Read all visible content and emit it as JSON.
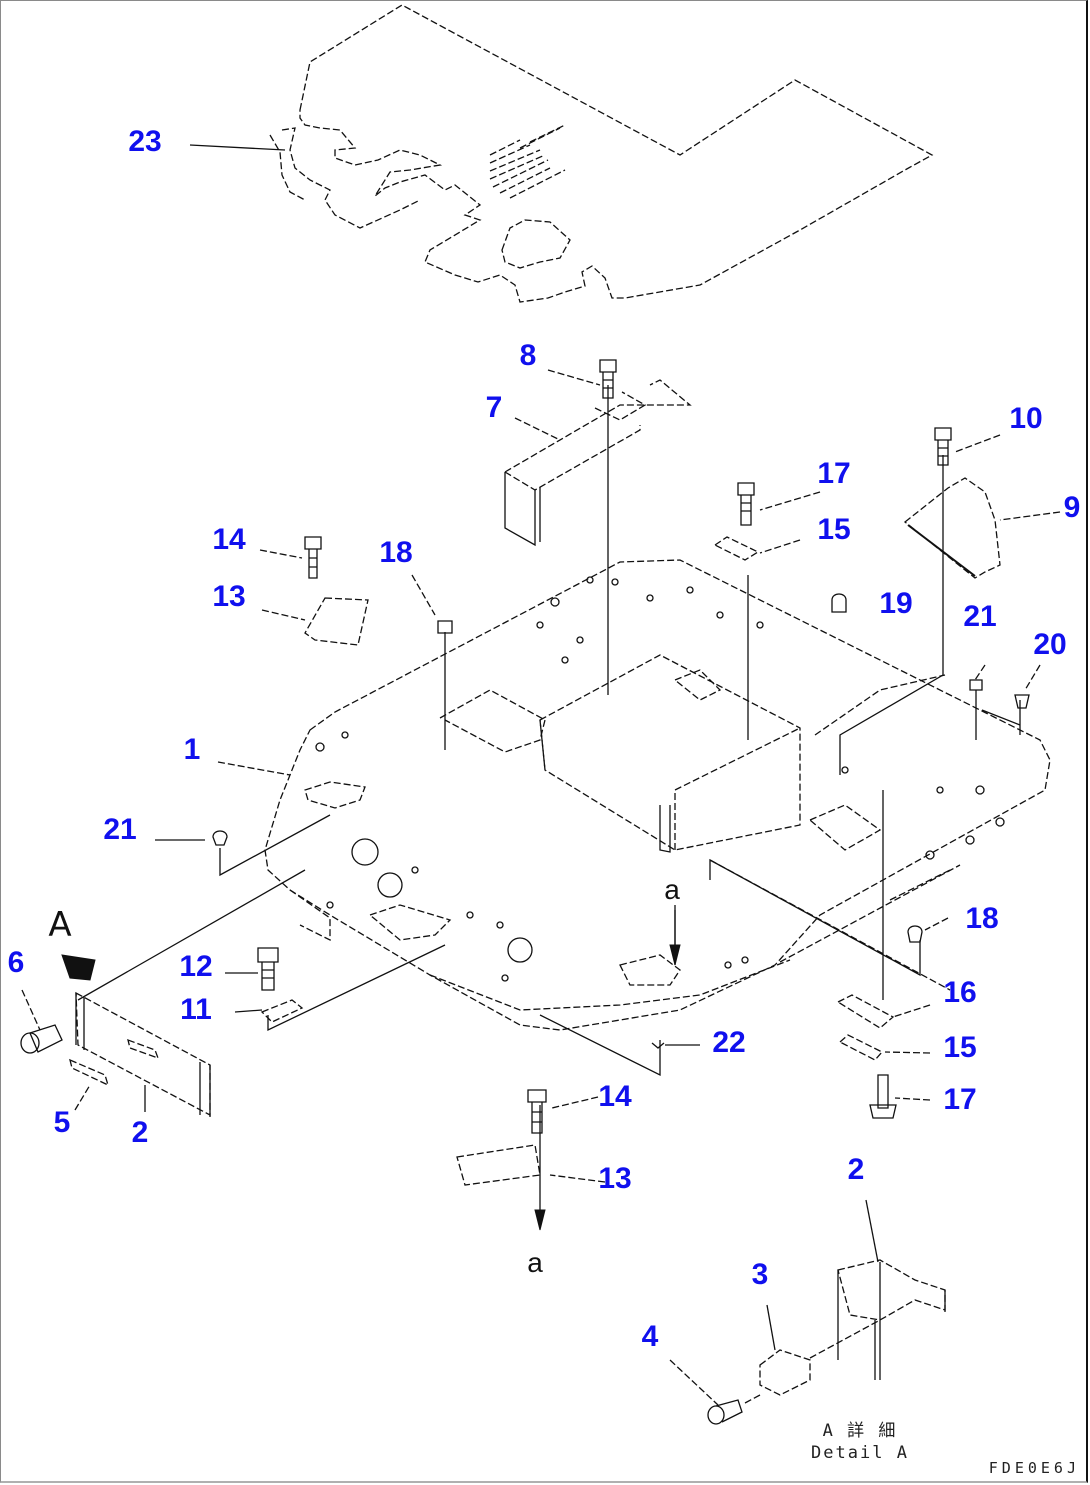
{
  "drawing": {
    "type": "exploded parts diagram",
    "callouts": [
      {
        "id": "23",
        "label": "23"
      },
      {
        "id": "8",
        "label": "8"
      },
      {
        "id": "7",
        "label": "7"
      },
      {
        "id": "10",
        "label": "10"
      },
      {
        "id": "17a",
        "label": "17"
      },
      {
        "id": "9",
        "label": "9"
      },
      {
        "id": "15a",
        "label": "15"
      },
      {
        "id": "14a",
        "label": "14"
      },
      {
        "id": "18a",
        "label": "18"
      },
      {
        "id": "13a",
        "label": "13"
      },
      {
        "id": "19",
        "label": "19"
      },
      {
        "id": "21a",
        "label": "21"
      },
      {
        "id": "20",
        "label": "20"
      },
      {
        "id": "1",
        "label": "1"
      },
      {
        "id": "21b",
        "label": "21"
      },
      {
        "id": "18b",
        "label": "18"
      },
      {
        "id": "6",
        "label": "6"
      },
      {
        "id": "12",
        "label": "12"
      },
      {
        "id": "11",
        "label": "11"
      },
      {
        "id": "16",
        "label": "16"
      },
      {
        "id": "22",
        "label": "22"
      },
      {
        "id": "15b",
        "label": "15"
      },
      {
        "id": "5",
        "label": "5"
      },
      {
        "id": "2a",
        "label": "2"
      },
      {
        "id": "14b",
        "label": "14"
      },
      {
        "id": "17b",
        "label": "17"
      },
      {
        "id": "13b",
        "label": "13"
      },
      {
        "id": "2b",
        "label": "2"
      },
      {
        "id": "3",
        "label": "3"
      },
      {
        "id": "4",
        "label": "4"
      }
    ],
    "markers": {
      "view_arrow": "A",
      "reference_top": "a",
      "reference_bottom": "a"
    },
    "detail_caption": {
      "line1": "A  詳 細",
      "line2": "Detail  A"
    },
    "drawing_id": "FDE0E6J"
  }
}
